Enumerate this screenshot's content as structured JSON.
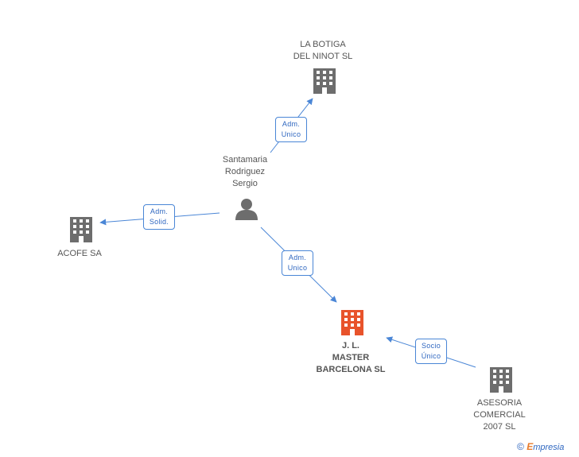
{
  "nodes": {
    "la_botiga": {
      "lines": [
        "LA BOTIGA",
        "DEL NINOT SL"
      ],
      "icon": "building-icon",
      "color": "#6d6d6d"
    },
    "santamaria": {
      "lines": [
        "Santamaria",
        "Rodriguez",
        "Sergio"
      ],
      "icon": "person-icon",
      "color": "#6d6d6d"
    },
    "acofe": {
      "lines": [
        "ACOFE SA"
      ],
      "icon": "building-icon",
      "color": "#6d6d6d"
    },
    "jl_master": {
      "lines": [
        "J. L.",
        "MASTER",
        "BARCELONA SL"
      ],
      "icon": "building-icon",
      "color": "#e8532b"
    },
    "asesoria": {
      "lines": [
        "ASESORIA",
        "COMERCIAL",
        "2007  SL"
      ],
      "icon": "building-icon",
      "color": "#6d6d6d"
    }
  },
  "edges": {
    "to_la_botiga": {
      "lines": [
        "Adm.",
        "Unico"
      ]
    },
    "to_acofe": {
      "lines": [
        "Adm.",
        "Solid."
      ]
    },
    "to_jl_master": {
      "lines": [
        "Adm.",
        "Unico"
      ]
    },
    "asesoria_to_jl": {
      "lines": [
        "Socio",
        "Único"
      ]
    }
  },
  "edge_color": "#4a86d6",
  "footer": {
    "copyright_symbol": "©",
    "brand_initial": "E",
    "brand_rest": "mpresia"
  }
}
